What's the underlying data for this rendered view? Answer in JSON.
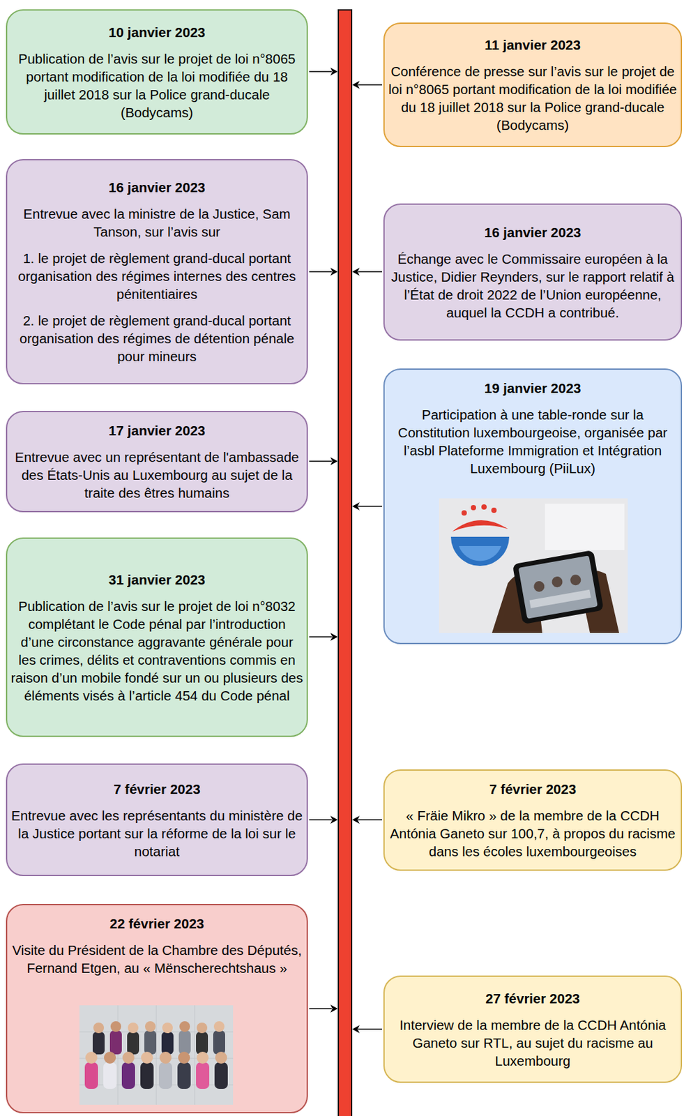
{
  "diagram": {
    "nodes": [
      {
        "text": [
          "10 janvier 2023",
          "Publication de l’avis sur le projet de loi n°8065 portant modification de la loi modifiée du 18 juillet 2018 sur la Police grand-ducale (Bodycams)"
        ]
      },
      {
        "text": [
          "11 janvier 2023",
          "Conférence de presse sur l’avis sur le projet de loi n°8065 portant modification de la loi modifiée du 18 juillet 2018 sur la Police grand-ducale (Bodycams)"
        ]
      },
      {
        "text": [
          "16 janvier 2023",
          "Entrevue avec la ministre de la Justice, Sam Tanson, sur l’avis sur",
          "1. le projet de règlement grand-ducal portant organisation des régimes internes des centres pénitentiaires",
          "2. le projet de règlement grand-ducal portant organisation des régimes de détention pénale pour mineurs"
        ]
      },
      {
        "text": [
          "16 janvier 2023",
          "Échange avec le Commissaire européen à la Justice, Didier Reynders, sur le rapport relatif à l’État de droit 2022 de l’Union européenne, auquel la CCDH a contribué."
        ]
      },
      {
        "text": [
          "17 janvier 2023",
          "Entrevue avec un représentant de l'ambassade des États-Unis au Luxembourg au sujet de la traite des êtres humains"
        ]
      },
      {
        "text": [
          "19 janvier 2023",
          "Participation à une table-ronde sur la Constitution luxembourgeoise, organisée par l’asbl Plateforme Immigration et Intégration Luxembourg (PiiLux)"
        ]
      },
      {
        "text": [
          "31 janvier 2023",
          "Publication de l’avis sur le projet de loi n°8032 complétant le Code pénal par l’introduction d’une circonstance aggravante générale pour les crimes, délits et contraventions commis en raison d’un mobile fondé sur un ou plusieurs des éléments visés à l’article 454 du Code pénal"
        ]
      },
      {
        "text": [
          "7 février 2023",
          "Entrevue avec les représentants du ministère de la Justice portant sur la réforme de la loi sur le notariat"
        ]
      },
      {
        "text": [
          "7 février 2023",
          "« Fräie Mikro » de la membre de la CCDH Antónia Ganeto sur 100,7, à propos du racisme dans les écoles luxembourgeoises"
        ]
      },
      {
        "text": [
          "22 février 2023",
          "Visite du Président de la Chambre des Députés, Fernand Etgen, au « Mënscherechtshaus »"
        ]
      },
      {
        "text": [
          "27 février 2023",
          "Interview de la membre de la CCDH Antónia Ganeto sur RTL, au sujet du racisme au Luxembourg"
        ]
      }
    ]
  }
}
